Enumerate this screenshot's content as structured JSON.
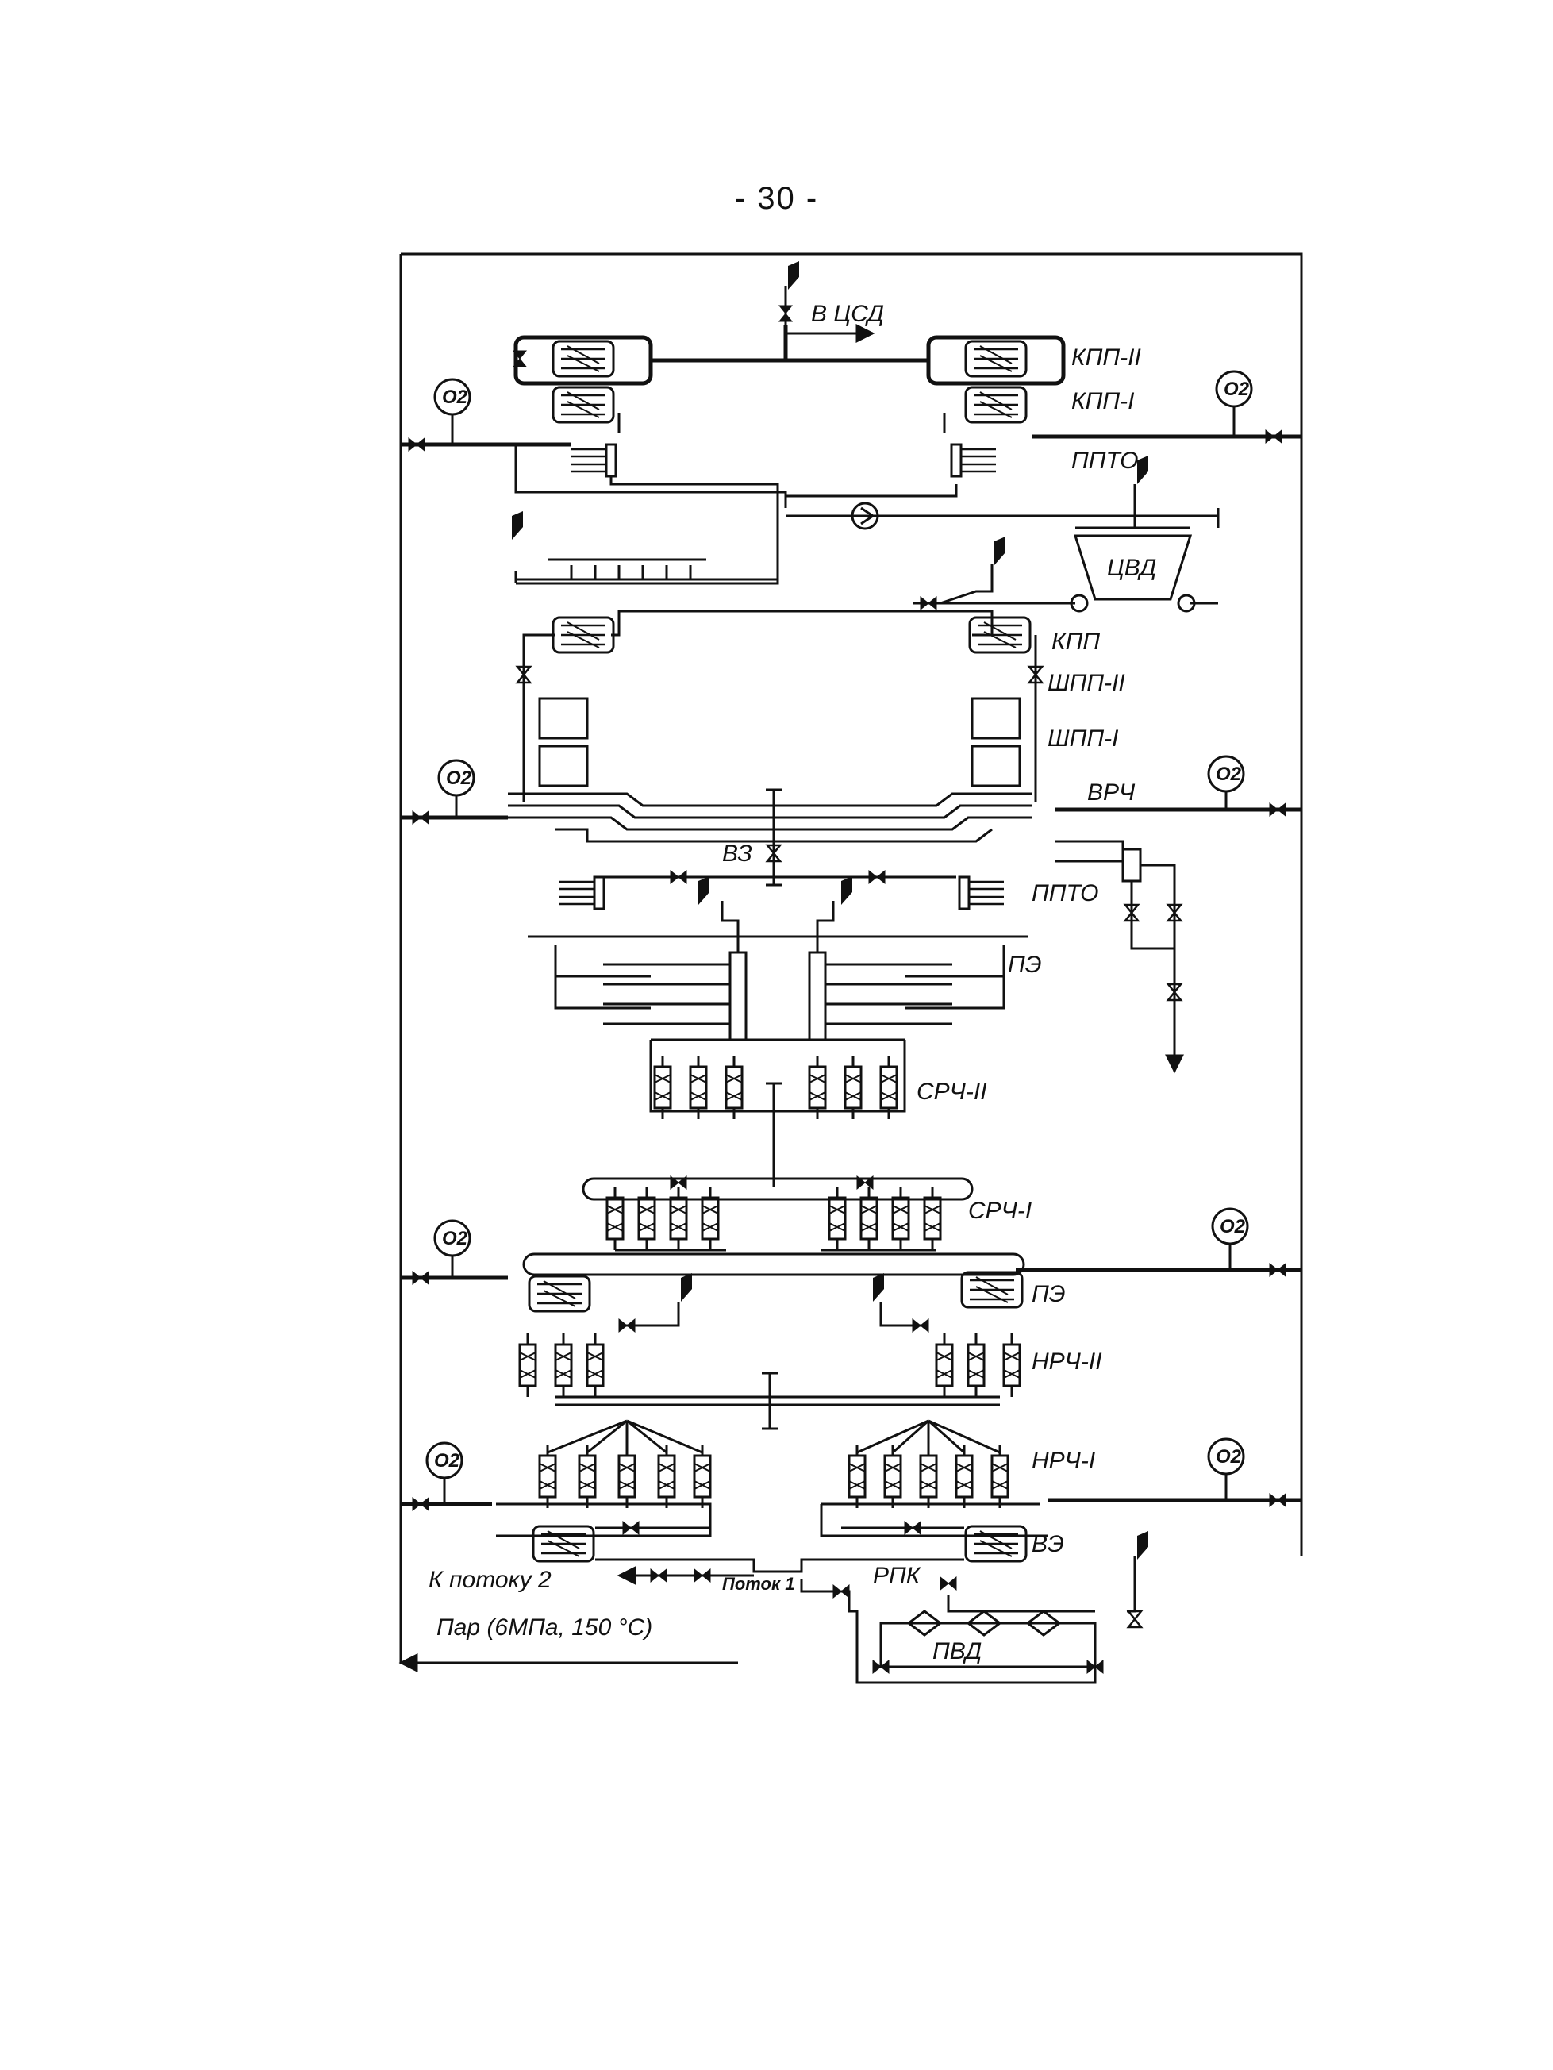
{
  "page_number": "- 30 -",
  "labels": {
    "to_csd": "В ЦСД",
    "kpp2": "КПП-II",
    "kpp1": "КПП-I",
    "ppto_top": "ППТО",
    "cvd": "ЦВД",
    "kpp": "КПП",
    "shpp2": "ШПП-II",
    "shpp1": "ШПП-I",
    "vrch": "ВРЧ",
    "vz_top": "ВЗ",
    "ppto_mid": "ППТО",
    "pe_top": "ПЭ",
    "srch2": "СРЧ-II",
    "srch1": "СРЧ-I",
    "pe_bottom": "ПЭ",
    "nrch2": "НРЧ-II",
    "nrch1": "НРЧ-I",
    "ve": "ВЭ",
    "to_flow2": "К потоку 2",
    "flow1": "Поток 1",
    "rpk": "РПК",
    "steam": "Пар (6МПа, 150 °С)",
    "pvd": "ПВД",
    "o2": "O2"
  },
  "icons": [
    "valve-icon",
    "pump-icon",
    "oxygen-dosing-icon",
    "flow-arrow-icon",
    "safety-valve-icon"
  ]
}
